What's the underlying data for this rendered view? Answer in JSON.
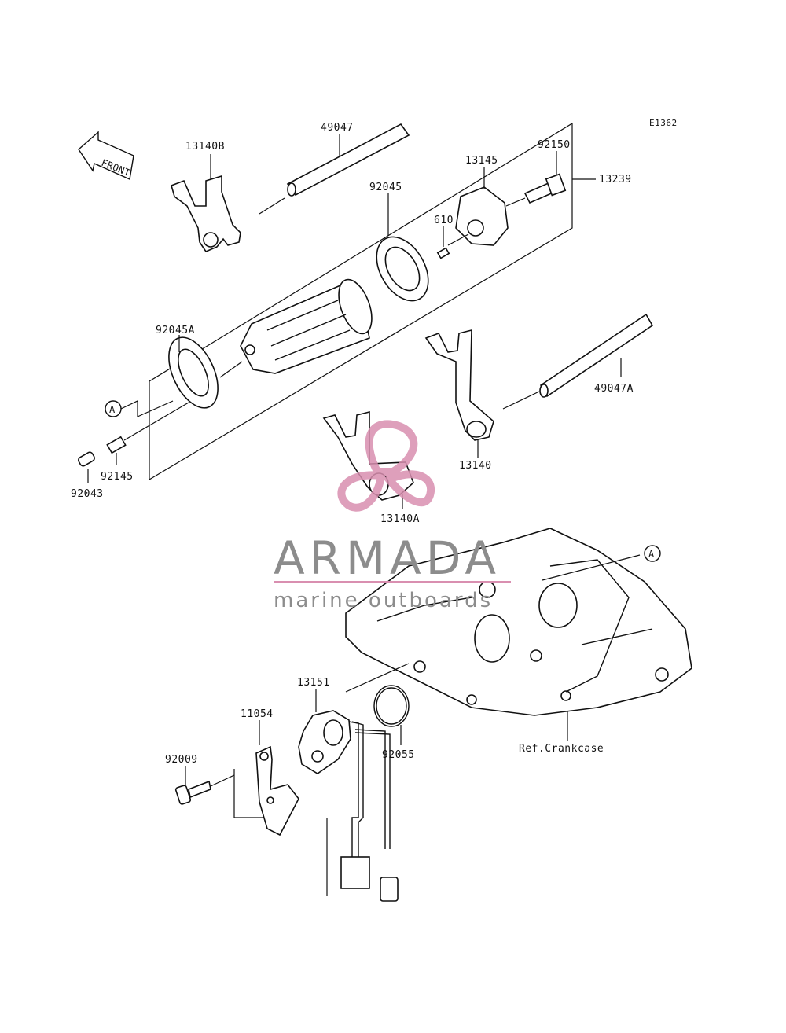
{
  "diagram": {
    "code": "E1362",
    "front_label": "FRONT",
    "ref_label": "Ref.Crankcase",
    "callout_a": "A",
    "parts": {
      "p13140B": "13140B",
      "p49047": "49047",
      "p92150": "92150",
      "p13145": "13145",
      "p13239": "13239",
      "p92045": "92045",
      "p610": "610",
      "p92045A": "92045A",
      "p49047A": "49047A",
      "p92145": "92145",
      "p92043": "92043",
      "p13140": "13140",
      "p13140A": "13140A",
      "p13151": "13151",
      "p11054": "11054",
      "p92055": "92055",
      "p92009": "92009"
    }
  },
  "watermark": {
    "brand": "ARMADA",
    "tagline": "marine outboards",
    "accent_color": "#d98fb0",
    "text_color": "#8c8c8c"
  }
}
